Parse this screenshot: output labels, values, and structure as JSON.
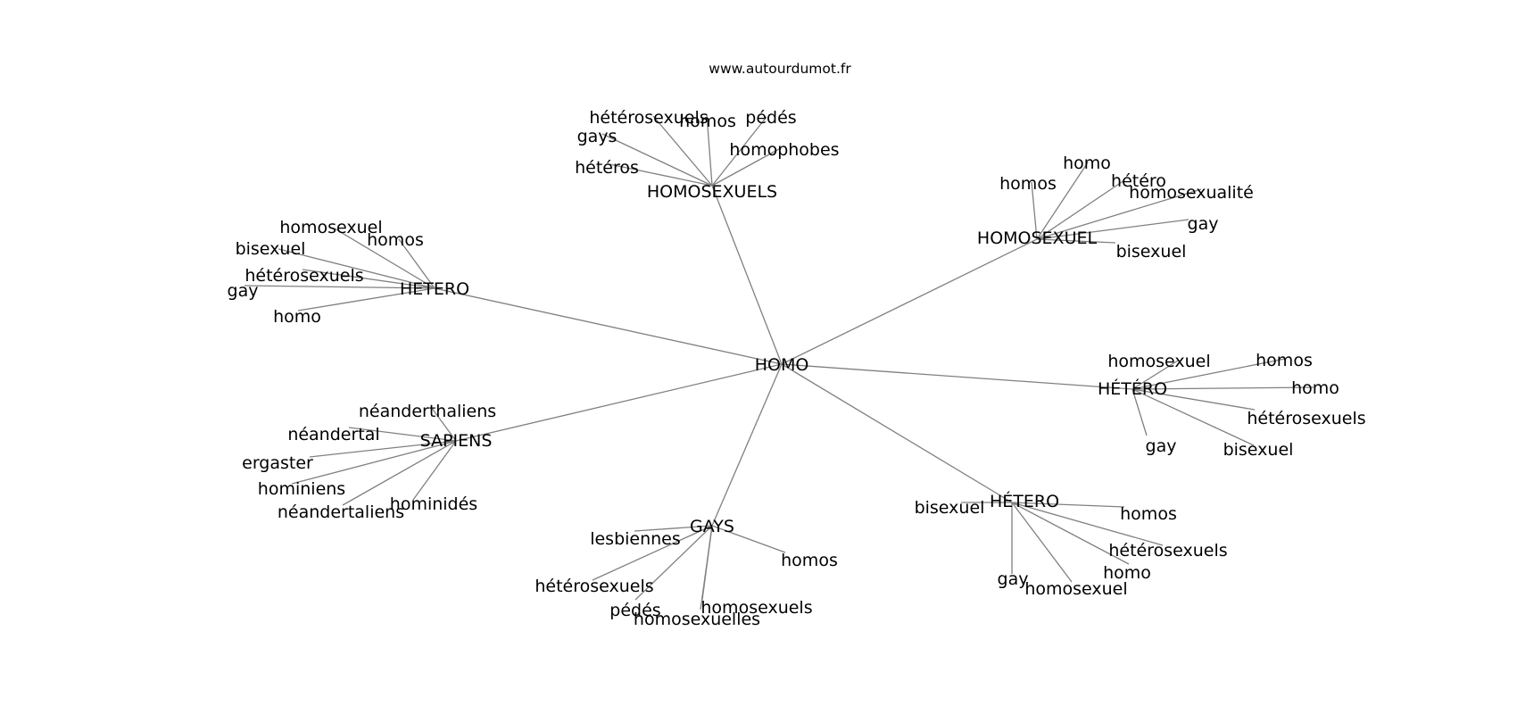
{
  "source": "www.autourdumot.fr",
  "center": {
    "id": "homo",
    "label": "HOMO"
  },
  "hubs": [
    {
      "id": "homosexuels-hub",
      "label": "HOMOSEXUELS",
      "leaves": [
        {
          "id": "heterosexuels",
          "label": "hétérosexuels"
        },
        {
          "id": "homos",
          "label": "homos"
        },
        {
          "id": "pedes",
          "label": "pédés"
        },
        {
          "id": "gays",
          "label": "gays"
        },
        {
          "id": "homophobes",
          "label": "homophobes"
        },
        {
          "id": "heteros",
          "label": "hétéros"
        }
      ]
    },
    {
      "id": "homosexuel-hub",
      "label": "HOMOSEXUEL",
      "leaves": [
        {
          "id": "homo",
          "label": "homo"
        },
        {
          "id": "homos",
          "label": "homos"
        },
        {
          "id": "hetero",
          "label": "hétéro"
        },
        {
          "id": "homosexualite",
          "label": "homosexualité"
        },
        {
          "id": "gay",
          "label": "gay"
        },
        {
          "id": "bisexuel",
          "label": "bisexuel"
        }
      ]
    },
    {
      "id": "hetero-upper-hub",
      "label": "HETERO",
      "leaves": [
        {
          "id": "homosexuel",
          "label": "homosexuel"
        },
        {
          "id": "homos",
          "label": "homos"
        },
        {
          "id": "bisexuel",
          "label": "bisexuel"
        },
        {
          "id": "heterosexuels",
          "label": "hétérosexuels"
        },
        {
          "id": "gay",
          "label": "gay"
        },
        {
          "id": "homo",
          "label": "homo"
        }
      ]
    },
    {
      "id": "hetero-accent-hub",
      "label": "HÉTÉRO",
      "leaves": [
        {
          "id": "homosexuel",
          "label": "homosexuel"
        },
        {
          "id": "homos",
          "label": "homos"
        },
        {
          "id": "homo",
          "label": "homo"
        },
        {
          "id": "heterosexuels",
          "label": "hétérosexuels"
        },
        {
          "id": "gay",
          "label": "gay"
        },
        {
          "id": "bisexuel",
          "label": "bisexuel"
        }
      ]
    },
    {
      "id": "sapiens-hub",
      "label": "SAPIENS",
      "leaves": [
        {
          "id": "neanderthaliens",
          "label": "néanderthaliens"
        },
        {
          "id": "neandertal",
          "label": "néandertal"
        },
        {
          "id": "ergaster",
          "label": "ergaster"
        },
        {
          "id": "hominiens",
          "label": "hominiens"
        },
        {
          "id": "hominides",
          "label": "hominidés"
        },
        {
          "id": "neandertaliens",
          "label": "néandertaliens"
        }
      ]
    },
    {
      "id": "gays-hub",
      "label": "GAYS",
      "leaves": [
        {
          "id": "lesbiennes",
          "label": "lesbiennes"
        },
        {
          "id": "homos",
          "label": "homos"
        },
        {
          "id": "heterosexuels",
          "label": "hétérosexuels"
        },
        {
          "id": "pedes",
          "label": "pédés"
        },
        {
          "id": "homosexuels",
          "label": "homosexuels"
        },
        {
          "id": "homosexuelles",
          "label": "homosexuelles"
        }
      ]
    },
    {
      "id": "hetero-lower-hub",
      "label": "HÉTERO",
      "leaves": [
        {
          "id": "bisexuel",
          "label": "bisexuel"
        },
        {
          "id": "homos",
          "label": "homos"
        },
        {
          "id": "heterosexuels",
          "label": "hétérosexuels"
        },
        {
          "id": "homo",
          "label": "homo"
        },
        {
          "id": "gay",
          "label": "gay"
        },
        {
          "id": "homosexuel",
          "label": "homosexuel"
        }
      ]
    }
  ]
}
